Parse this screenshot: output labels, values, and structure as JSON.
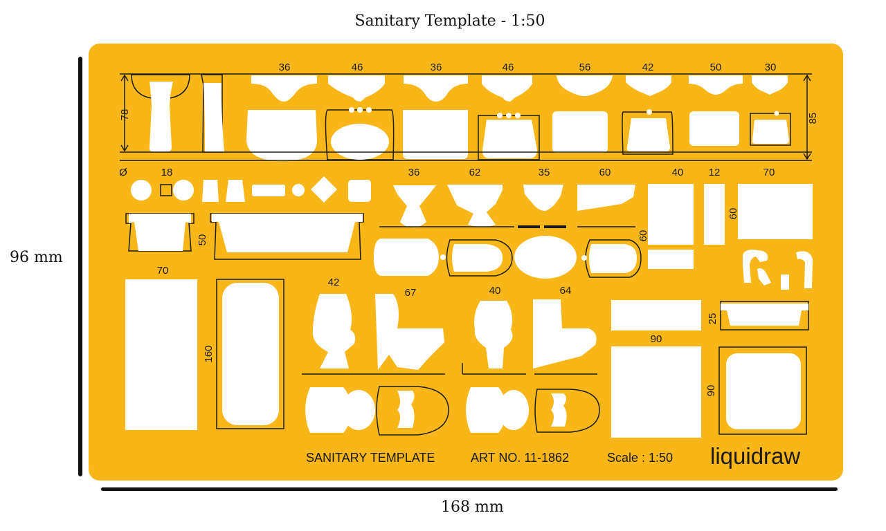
{
  "title": "Sanitary Template - 1:50",
  "height_label": "96 mm",
  "width_label": "168 mm",
  "colors": {
    "template": "#F9B619",
    "cutout": "#FFFFFF",
    "ink": "#1A1A1A"
  },
  "basin_widths": [
    "36",
    "46",
    "36",
    "46",
    "56",
    "42",
    "50",
    "30"
  ],
  "dim_78": "78",
  "dim_85": "85",
  "dim_diameter": "Ø",
  "dim_18": "18",
  "toilet_top_dims": [
    "36",
    "62",
    "35",
    "60"
  ],
  "dim_40": "40",
  "dim_12": "12",
  "dim_70_right": "70",
  "dim_60_right": "60",
  "dim_60_panel": "60",
  "dim_50_bath": "50",
  "dim_70_left": "70",
  "dim_160": "160",
  "wc_dims": [
    "42",
    "67",
    "40",
    "64"
  ],
  "dim_90_horizontal": "90",
  "dim_25": "25",
  "dim_90_vertical": "90",
  "footer_name": "SANITARY TEMPLATE",
  "footer_art": "ART NO. 11-1862",
  "footer_scale": "Scale : 1:50",
  "logo_text": "liquidraw"
}
